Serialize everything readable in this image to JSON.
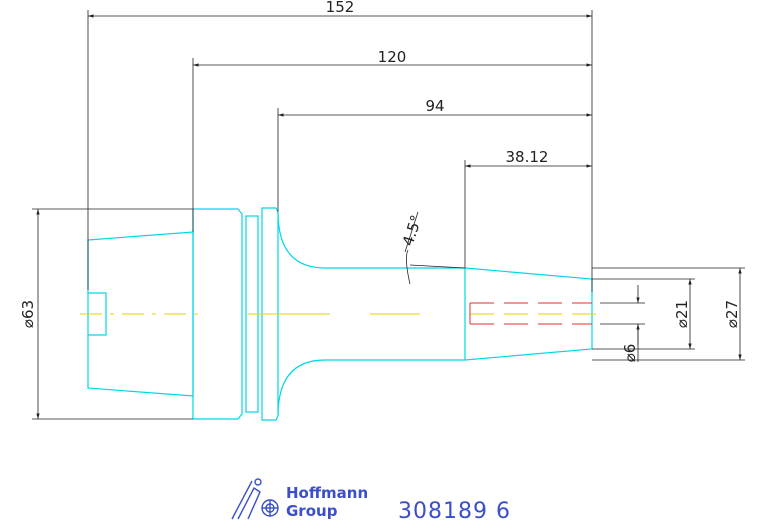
{
  "dimensions": {
    "overall_length": "152",
    "length_2": "120",
    "length_3": "94",
    "length_4": "38.12",
    "angle": "4.5°",
    "dia_flange": "⌀63",
    "dia_bore_small": "⌀6",
    "dia_tip": "⌀21",
    "dia_outer": "⌀27"
  },
  "logo": {
    "brand_line1": "Hoffmann",
    "brand_line2": "Group",
    "part_number": "308189 6"
  },
  "colors": {
    "outline": "#00d8e8",
    "centerline": "#e6d400",
    "hidden": "#e03030",
    "dimension": "#222222",
    "brand": "#3a4fc8"
  }
}
